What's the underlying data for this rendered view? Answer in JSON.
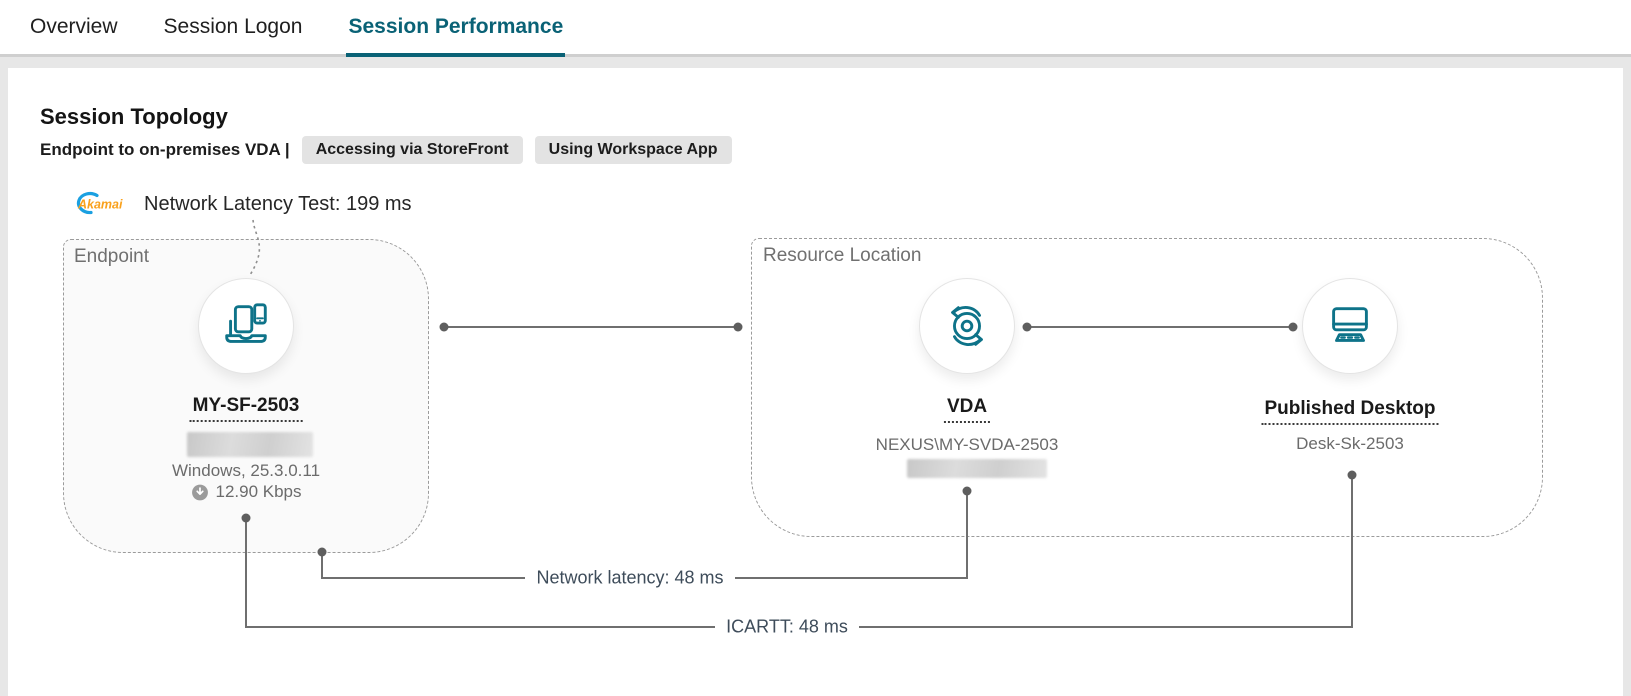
{
  "colors": {
    "accent_teal": "#0a6276",
    "icon_teal": "#0e7389",
    "akamai_blue": "#1ba0e1",
    "akamai_orange": "#f9a11c",
    "connector_gray": "#6f6f6f"
  },
  "tabs": {
    "items": [
      {
        "label": "Overview",
        "active": false
      },
      {
        "label": "Session Logon",
        "active": false
      },
      {
        "label": "Session Performance",
        "active": true
      }
    ]
  },
  "topology": {
    "title": "Session Topology",
    "subtitle": "Endpoint to on-premises VDA |",
    "badges": [
      {
        "label": "Accessing via StoreFront"
      },
      {
        "label": "Using Workspace App"
      }
    ],
    "latency_test": {
      "logo": "Akamai",
      "label": "Network Latency Test: 199 ms"
    },
    "endpoint": {
      "group_label": "Endpoint",
      "name": "MY-SF-2503",
      "os_version": "Windows, 25.3.0.11",
      "bandwidth": "12.90 Kbps"
    },
    "resource_location": {
      "group_label": "Resource Location",
      "vda": {
        "label": "VDA",
        "machine": "NEXUS\\MY-SVDA-2503"
      },
      "published_desktop": {
        "label": "Published Desktop",
        "name": "Desk-Sk-2503"
      }
    },
    "metrics": {
      "network_latency": "Network latency: 48 ms",
      "icartt": "ICARTT: 48 ms"
    }
  }
}
